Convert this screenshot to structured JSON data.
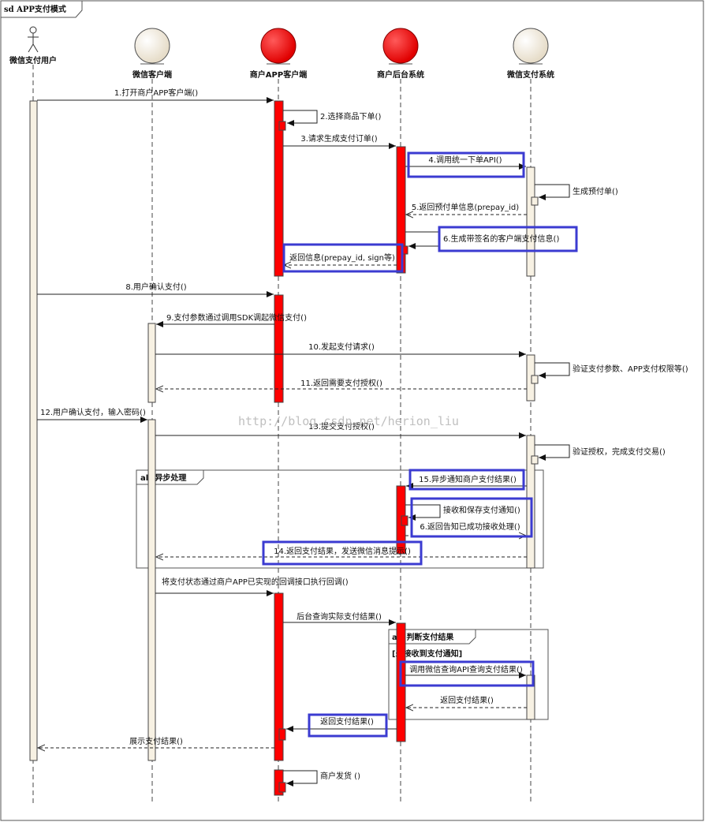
{
  "diagram": {
    "frame_title": "sd APP支付模式",
    "watermark": "http://blog.csdn.net/herion_liu",
    "participants": [
      {
        "id": "user",
        "name": "微信支付用户",
        "kind": "actor"
      },
      {
        "id": "wxclient",
        "name": "微信客户端",
        "kind": "boundary"
      },
      {
        "id": "merchantapp",
        "name": "商户APP客户端",
        "kind": "entity-red"
      },
      {
        "id": "merchantbackend",
        "name": "商户后台系统",
        "kind": "entity-red"
      },
      {
        "id": "wxpay",
        "name": "微信支付系统",
        "kind": "boundary"
      }
    ],
    "messages": [
      {
        "label": "1.打开商户APP客户端()"
      },
      {
        "label": "2.选择商品下单()"
      },
      {
        "label": "3.请求生成支付订单()"
      },
      {
        "label": "4.调用统一下单API()"
      },
      {
        "label": "生成预付单()"
      },
      {
        "label": "5.返回预付单信息(prepay_id)"
      },
      {
        "label": "6.生成带签名的客户端支付信息()"
      },
      {
        "label": "返回信息(prepay_id, sign等)"
      },
      {
        "label": "8.用户确认支付()"
      },
      {
        "label": "9.支付参数通过调用SDK调起微信支付()"
      },
      {
        "label": "10.发起支付请求()"
      },
      {
        "label": "验证支付参数、APP支付权限等()"
      },
      {
        "label": "11.返回需要支付授权()"
      },
      {
        "label": "12.用户确认支付，输入密码()"
      },
      {
        "label": "13.提交支付授权()"
      },
      {
        "label": "验证授权，完成支付交易()"
      },
      {
        "label": "15.异步通知商户支付结果()"
      },
      {
        "label": "接收和保存支付通知()"
      },
      {
        "label": "6.返回告知已成功接收处理()"
      },
      {
        "label": "14.返回支付结果，发送微信消息提示()"
      },
      {
        "label": "将支付状态通过商户APP已实现的回调接口执行回调()"
      },
      {
        "label": "后台查询实际支付结果()"
      },
      {
        "label": "调用微信查询API查询支付结果()"
      },
      {
        "label": "返回支付结果()"
      },
      {
        "label": "返回支付结果()"
      },
      {
        "label": "展示支付结果()"
      },
      {
        "label": "商户发货 ()"
      }
    ],
    "fragments": [
      {
        "label": "alt 异步处理"
      },
      {
        "label": "alt 判断支付结果"
      }
    ],
    "guard": "[未接收到支付通知]",
    "colors": {
      "activation_red": "#ff0000",
      "activation_beige": "#f7f1e3",
      "highlight_blue": "#3b3bd1",
      "lifeline": "#444444"
    }
  }
}
